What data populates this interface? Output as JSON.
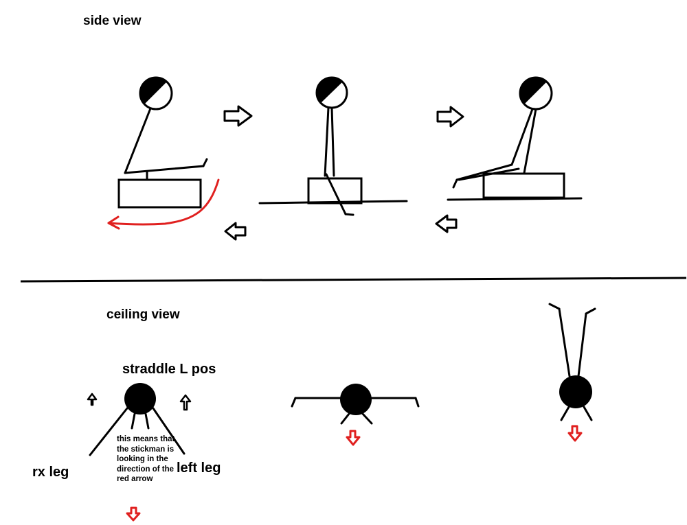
{
  "labels": {
    "side_view": "side view",
    "ceiling_view": "ceiling view",
    "straddle": "straddle L pos",
    "rx_leg": "rx leg",
    "left_leg": "left leg",
    "note": "this means that the stickman is looking in the direction of the red arrow"
  },
  "colors": {
    "ink": "#000000",
    "accent_red": "#e0201f",
    "background": "#ffffff"
  }
}
